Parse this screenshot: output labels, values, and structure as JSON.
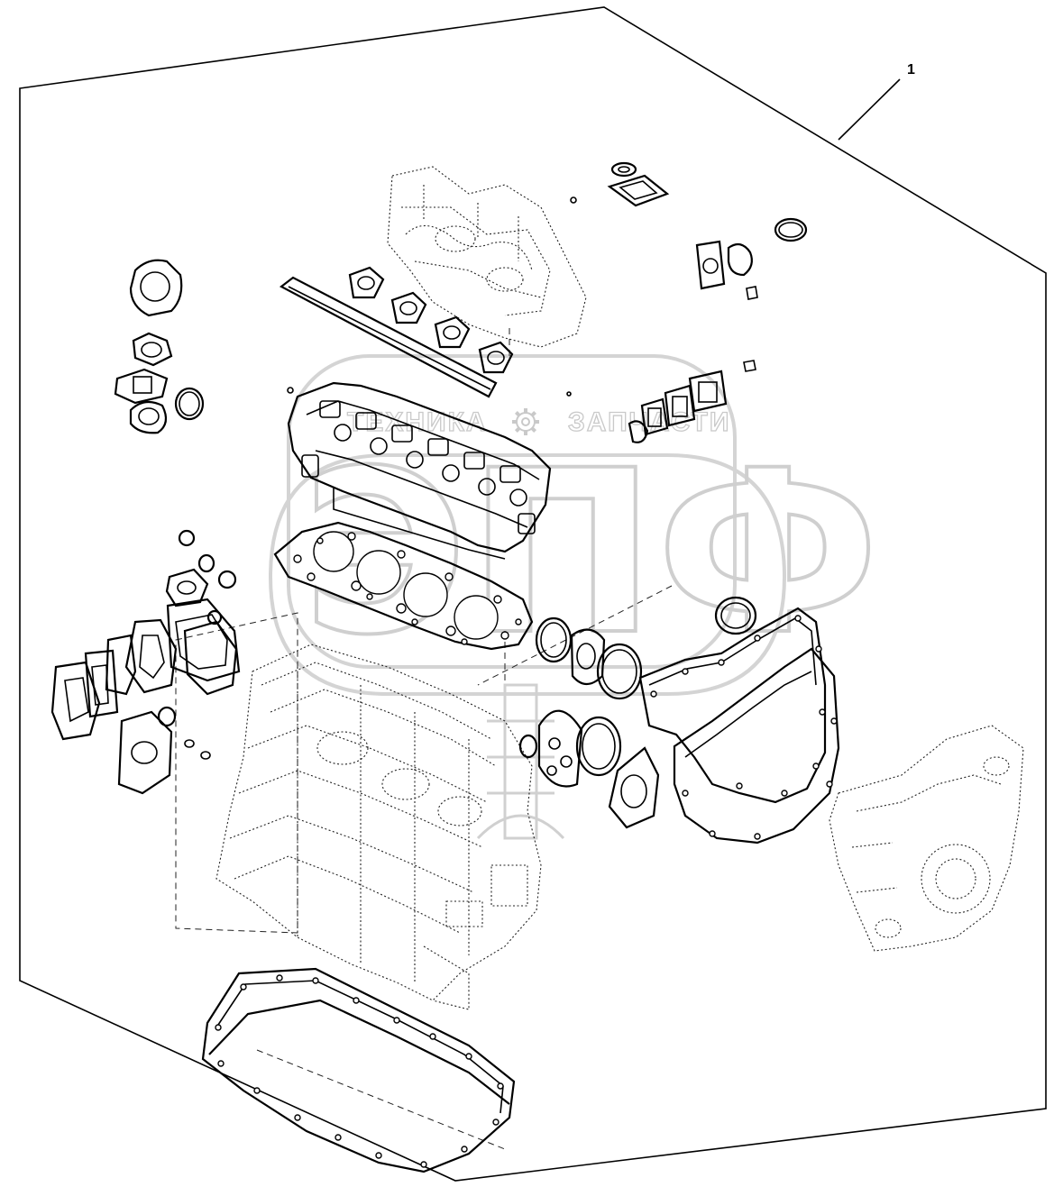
{
  "diagram": {
    "callouts": [
      {
        "id": "callout-1",
        "label": "1"
      }
    ],
    "watermark": {
      "text_left": "ТЕХНИКА",
      "text_right": "ЗАПЧАСТИ",
      "logo_letters": "ЭПФ",
      "colors": {
        "stroke": "#c9c9c9"
      }
    },
    "colors": {
      "line": "#000000",
      "background": "#ffffff"
    },
    "icons": [
      "gear-icon"
    ]
  }
}
